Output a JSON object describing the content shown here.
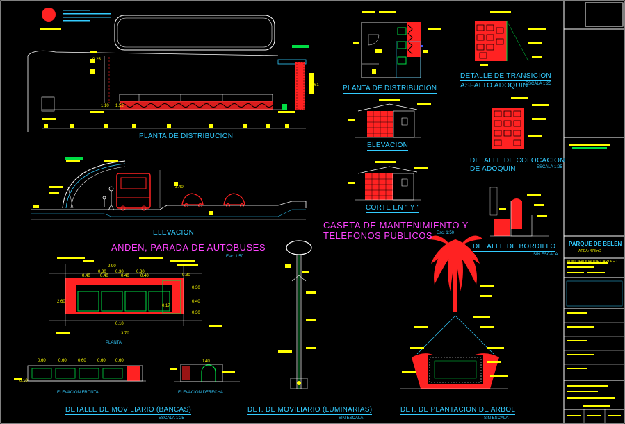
{
  "drawing": {
    "titles": {
      "planta_distribucion_main": "PLANTA DE DISTRIBUCION",
      "elevacion_main": "ELEVACION",
      "anden_title": "ANDEN, PARADA DE AUTOBUSES",
      "anden_scale": "Esc: 1:50",
      "caseta_line1": "CASETA DE MANTENIMIENTO Y",
      "caseta_line2": "TELEFONOS PUBLICOS",
      "caseta_scale": "Esc: 1:50",
      "planta_distribucion_caseta": "PLANTA DE DISTRIBUCION",
      "elevacion_caseta": "ELEVACION",
      "corte_yy": "CORTE EN \" Y \"",
      "detalle_transicion_1": "DETALLE DE TRANSICION",
      "detalle_transicion_2": "ASFALTO ADOQUIN",
      "transicion_scale": "ESCALA 1:25",
      "detalle_colocacion_1": "DETALLE DE COLOCACION",
      "detalle_colocacion_2": "DE ADOQUIN",
      "colocacion_scale": "ESCALA 1:25",
      "detalle_bordillo": "DETALLE DE BORDILLO",
      "bordillo_scale": "SIN ESCALA",
      "planta_bancas": "PLANTA",
      "elevacion_frontal": "ELEVACION FRONTAL",
      "elevacion_derecha": "ELEVACION DERECHA",
      "det_mobiliario_bancas": "DETALLE DE MOVILIARIO (BANCAS)",
      "bancas_scale": "ESCALA 1:25",
      "det_mobiliario_luminarias": "DET. DE MOVILIARIO (LUMINARIAS)",
      "luminarias_scale": "SIN ESCALA",
      "det_plantacion": "DET. DE PLANTACION DE ARBOL",
      "plantacion_scale": "SIN ESCALA"
    },
    "dimensions": {
      "d_025": "0.25",
      "d_110": "1.10",
      "d_152": "1.52",
      "d_461": "4.61",
      "d_340": "3.40",
      "d_260": "2.60",
      "d_2_90": "2.90",
      "d_040": "0.40",
      "d_030": "0.30",
      "d_010": "0.10",
      "d_017": "0.17",
      "d_060": "0.60",
      "d_3_70": "3.70"
    },
    "title_block": {
      "project": "PARQUE DE BELEN",
      "area": "AREA: 478 m2",
      "client": "MUNICIPALIDAD DE CARTAGO"
    },
    "colors": {
      "background": "#000000",
      "cyan": "#33ccff",
      "yellow": "#ffff00",
      "red": "#ff2222",
      "magenta": "#ff44ff",
      "white": "#ffffff",
      "green": "#00dd44",
      "blue": "#3355ff"
    }
  }
}
